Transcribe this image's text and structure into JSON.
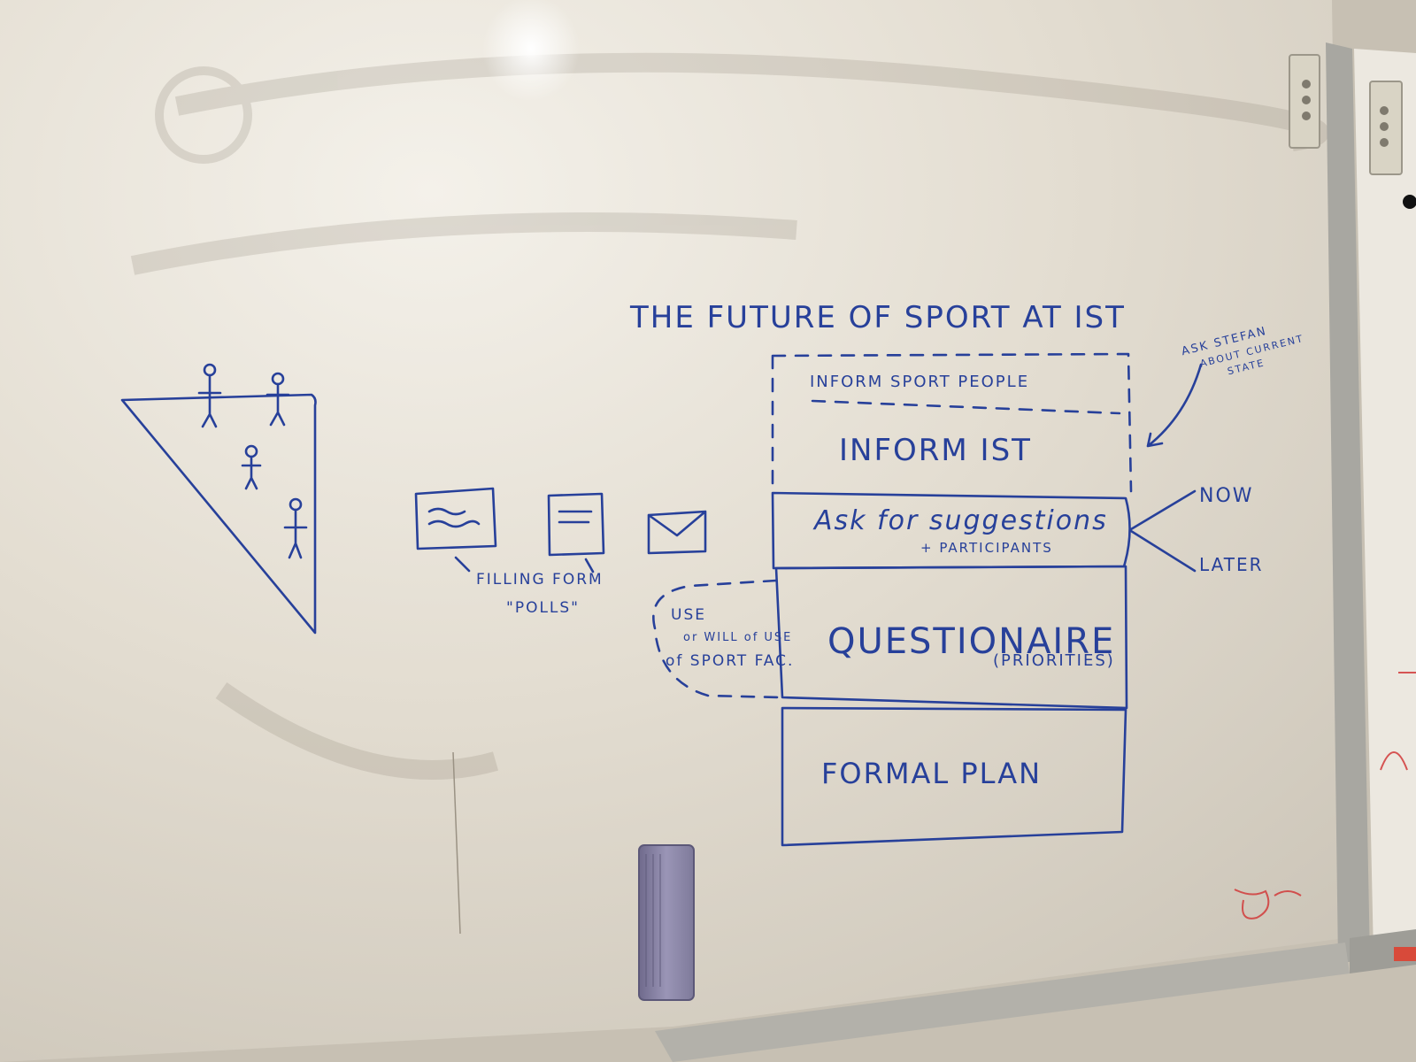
{
  "whiteboard": {
    "title": "THE FUTURE OF SPORT AT IST",
    "side_note": [
      "ASK STEFAN",
      "ABOUT CURRENT",
      "STATE"
    ],
    "boxes": {
      "inform_sport_people": "INFORM   SPORT   PEOPLE",
      "inform_ist": "INFORM  IST",
      "ask_suggestions": "Ask for suggestions",
      "ask_participants": "+ PARTICIPANTS",
      "questionaire": "QUESTIONAIRE",
      "questionaire_sub": "(PRIORITIES)",
      "formal_plan": "FORMAL  PLAN"
    },
    "branches": {
      "now": "NOW",
      "later": "LATER"
    },
    "forms_caption": [
      "FILLING FORM",
      "\"POLLS\""
    ],
    "use_note": [
      "USE",
      "or WILL of USE",
      "of SPORT FAC."
    ]
  },
  "colors": {
    "marker_blue": "#27409a",
    "board": "#e4ded2",
    "frame": "#a8a7a1",
    "eraser": "#8b86a6",
    "red_marker": "#d23a3a"
  },
  "icons": [
    "stick-figure-icon",
    "form-sketch-icon",
    "envelope-icon",
    "eraser-icon"
  ]
}
